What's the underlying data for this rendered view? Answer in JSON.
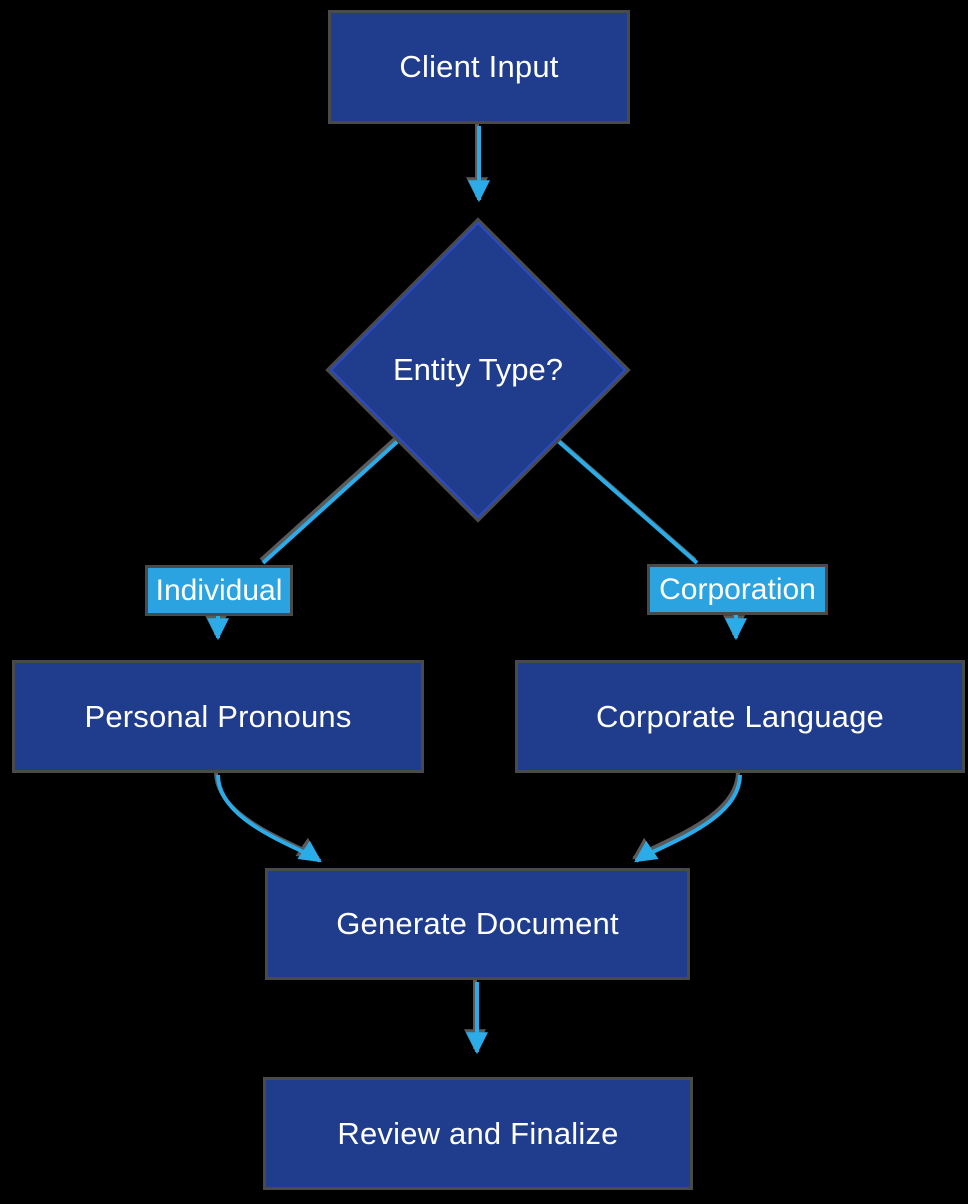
{
  "flowchart": {
    "nodes": {
      "client_input": {
        "label": "Client Input"
      },
      "entity_type": {
        "label": "Entity Type?"
      },
      "personal_pronouns": {
        "label": "Personal Pronouns"
      },
      "corporate_language": {
        "label": "Corporate Language"
      },
      "generate_document": {
        "label": "Generate Document"
      },
      "review_finalize": {
        "label": "Review and Finalize"
      }
    },
    "branch_labels": {
      "individual": "Individual",
      "corporation": "Corporation"
    },
    "edges": [
      {
        "from": "Client Input",
        "to": "Entity Type?",
        "label": ""
      },
      {
        "from": "Entity Type?",
        "to": "Personal Pronouns",
        "label": "Individual"
      },
      {
        "from": "Entity Type?",
        "to": "Corporate Language",
        "label": "Corporation"
      },
      {
        "from": "Personal Pronouns",
        "to": "Generate Document",
        "label": ""
      },
      {
        "from": "Corporate Language",
        "to": "Generate Document",
        "label": ""
      },
      {
        "from": "Generate Document",
        "to": "Review and Finalize",
        "label": ""
      }
    ],
    "colors": {
      "background": "#000000",
      "node_fill": "#203c8c",
      "node_border": "#4a4a4a",
      "diamond_stroke": "#2b4bc8",
      "edge": "#2babe8",
      "branch_label_bg": "#2aa3e0",
      "text": "#ffffff"
    }
  }
}
